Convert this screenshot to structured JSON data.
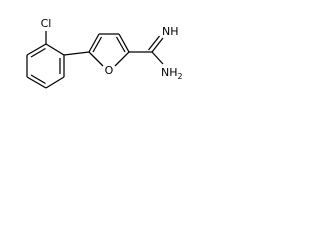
{
  "molecule": {
    "atom_labels": {
      "chlorine": "Cl",
      "ring_oxygen": "O",
      "imine": "NH",
      "amine_n": "NH",
      "amine_sub": "2"
    }
  }
}
